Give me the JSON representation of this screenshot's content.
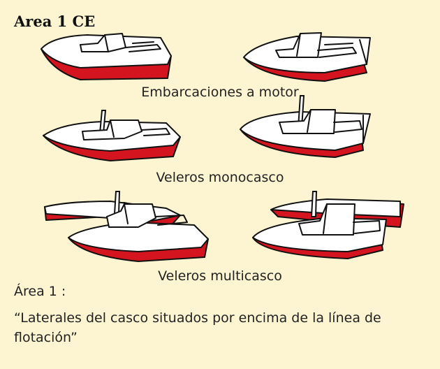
{
  "panel": {
    "title": "Area 1 CE",
    "caption_motor": "Embarcaciones a motor",
    "caption_mono": "Veleros monocasco",
    "caption_multi": "Veleros multicasco",
    "area_label": "Área 1 :",
    "description": "“Laterales del casco situados por encima de la línea de flotación”"
  },
  "colors": {
    "background": "#fdf5d2",
    "hull_highlight": "#d4141e"
  },
  "icons": [
    "motor-boat-side-icon",
    "motor-boat-rear-icon",
    "sailboat-monohull-side-icon",
    "sailboat-monohull-rear-icon",
    "sailboat-multihull-side-icon",
    "sailboat-multihull-rear-icon"
  ]
}
